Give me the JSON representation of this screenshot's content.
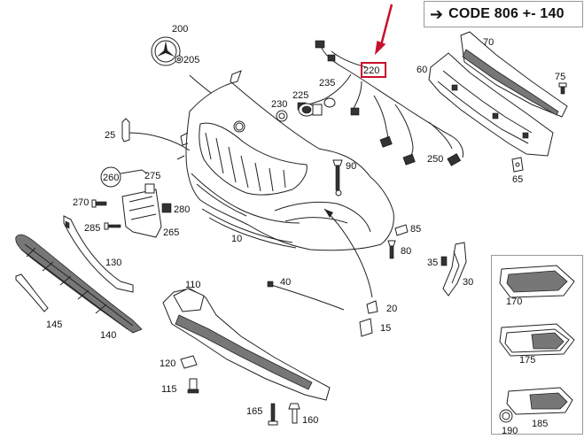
{
  "header": {
    "code_arrow": "➔",
    "code_text": "CODE 806 +- 140"
  },
  "highlight": {
    "part_number": "220",
    "color": "#c8102e"
  },
  "callouts": {
    "c200": "200",
    "c205": "205",
    "c220": "220",
    "c70": "70",
    "c60": "60",
    "c75": "75",
    "c225": "225",
    "c230": "230",
    "c235": "235",
    "c25": "25",
    "c90": "90",
    "c250": "250",
    "c65": "65",
    "c260": "260",
    "c275": "275",
    "c270": "270",
    "c280": "280",
    "c285": "285",
    "c265": "265",
    "c10": "10",
    "c85": "85",
    "c80": "80",
    "c130": "130",
    "c35": "35",
    "c30": "30",
    "c40": "40",
    "c110": "110",
    "c20": "20",
    "c15": "15",
    "c145": "145",
    "c140": "140",
    "c120": "120",
    "c115": "115",
    "c165": "165",
    "c160": "160",
    "c170": "170",
    "c175": "175",
    "c185": "185",
    "c190": "190"
  },
  "icons": {
    "arrow": "right-arrow-icon"
  }
}
